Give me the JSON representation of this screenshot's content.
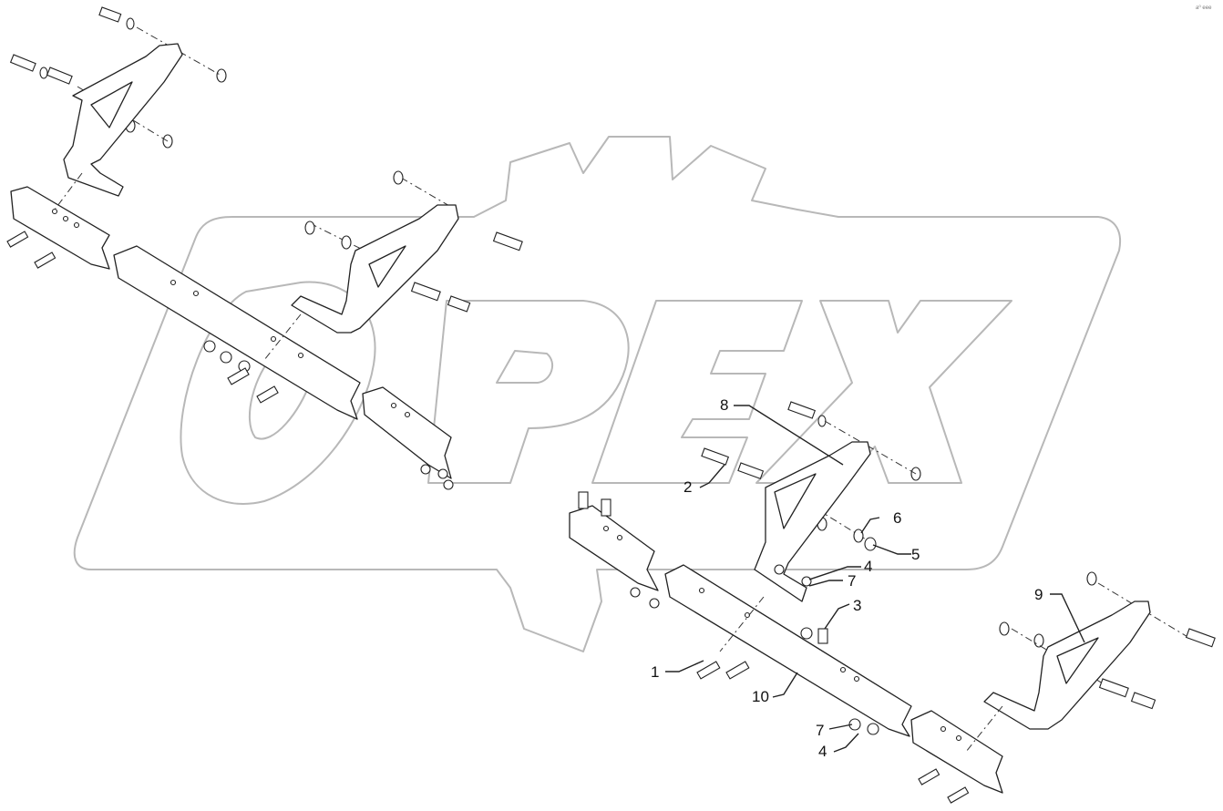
{
  "watermark": {
    "brand_text": "OPEX"
  },
  "corner_mark": "a⁰ eee",
  "callouts": [
    {
      "id": "c8",
      "text": "8"
    },
    {
      "id": "c2",
      "text": "2"
    },
    {
      "id": "c6",
      "text": "6"
    },
    {
      "id": "c5",
      "text": "5"
    },
    {
      "id": "c4a",
      "text": "4"
    },
    {
      "id": "c7a",
      "text": "7"
    },
    {
      "id": "c3",
      "text": "3"
    },
    {
      "id": "c9",
      "text": "9"
    },
    {
      "id": "c1",
      "text": "1"
    },
    {
      "id": "c10",
      "text": "10"
    },
    {
      "id": "c7b",
      "text": "7"
    },
    {
      "id": "c4b",
      "text": "4"
    }
  ]
}
